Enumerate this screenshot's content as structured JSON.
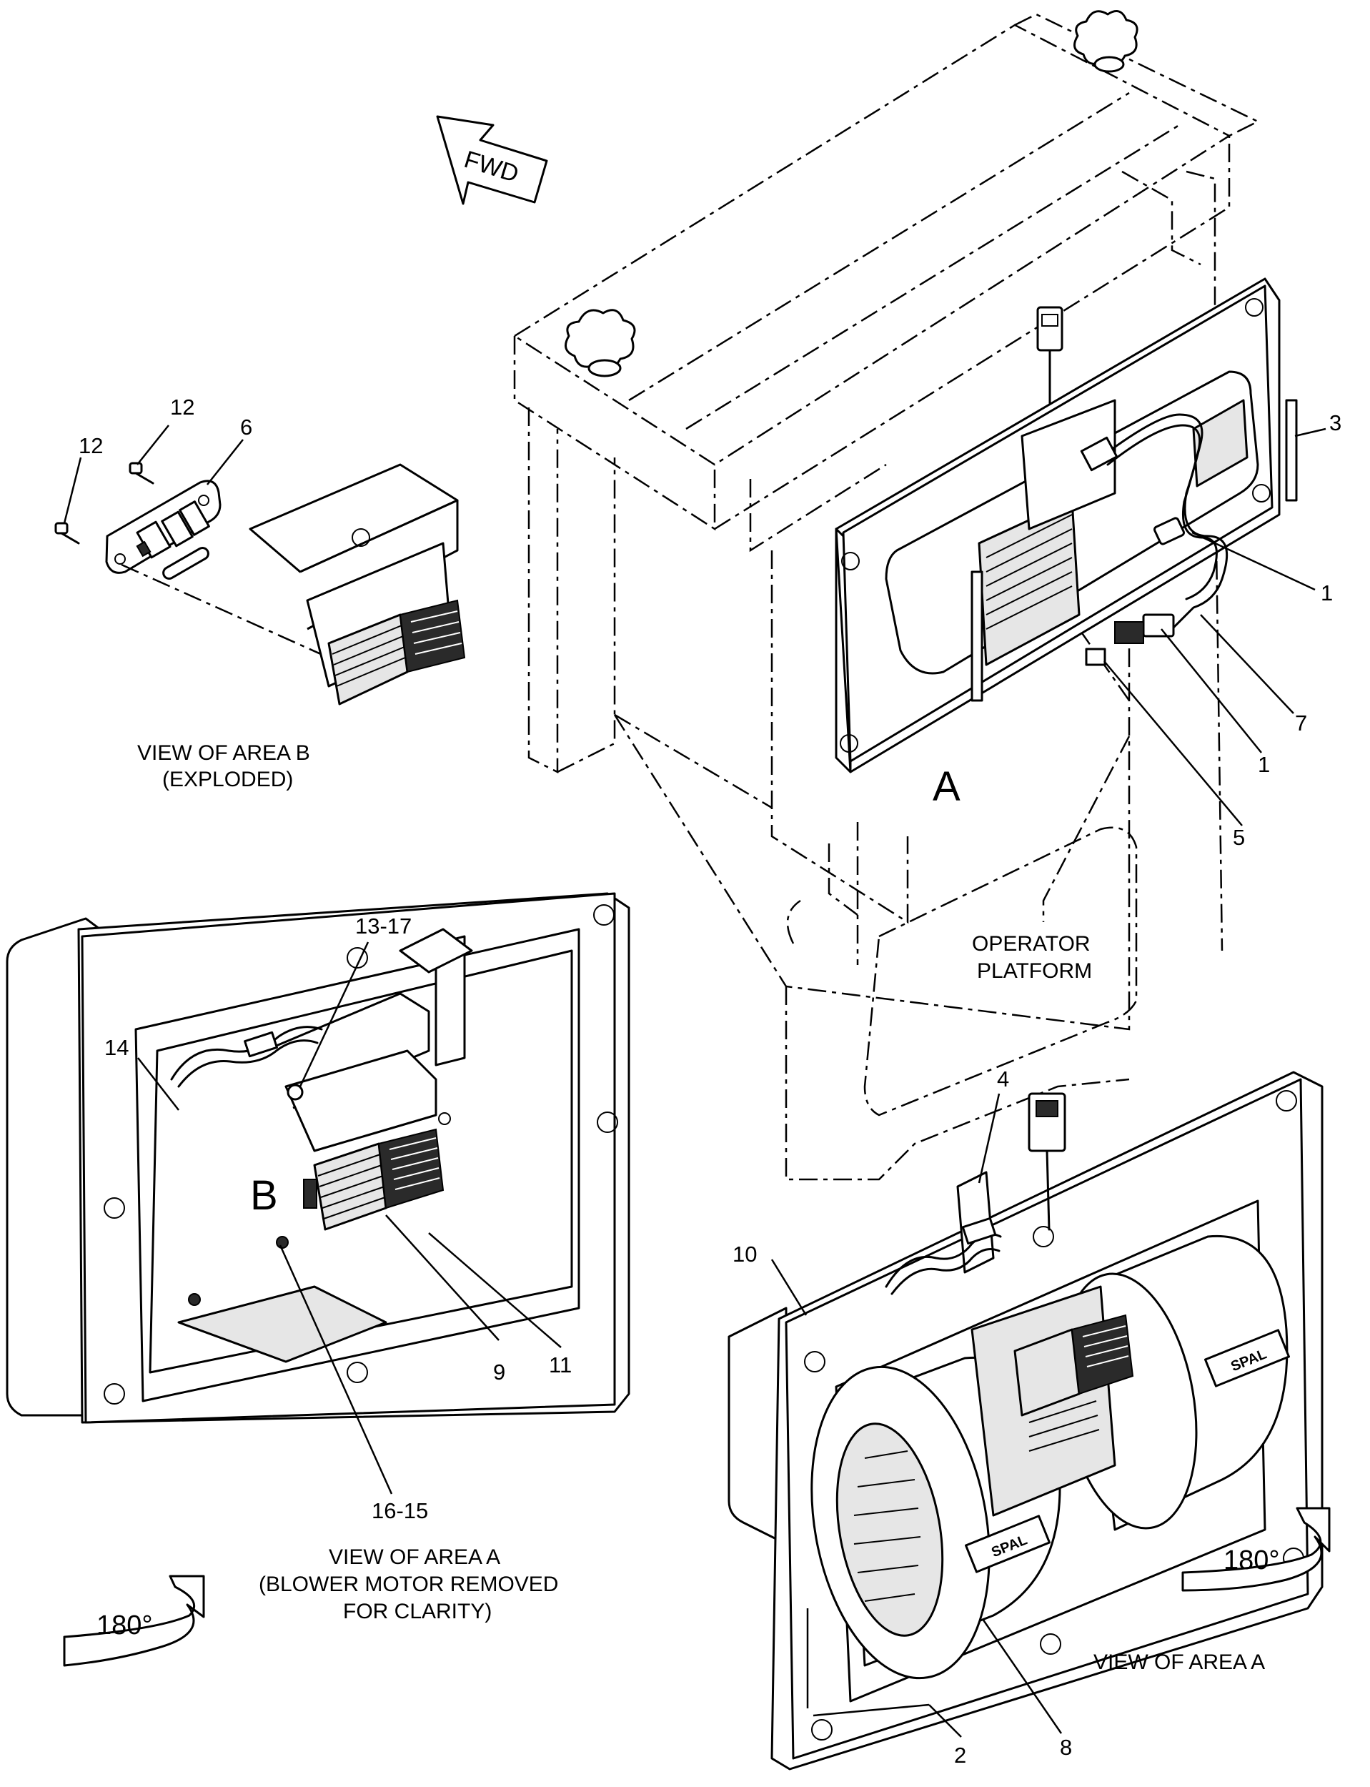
{
  "labels": {
    "fwd": "FWD",
    "area_a": "A",
    "area_b": "B",
    "operator_line1": "OPERATOR",
    "operator_line2": "PLATFORM",
    "view_b_line1": "VIEW OF AREA B",
    "view_b_line2": "(EXPLODED)",
    "view_a1_line1": "VIEW OF AREA A",
    "view_a1_line2": "(BLOWER MOTOR REMOVED",
    "view_a1_line3": "FOR CLARITY)",
    "view_a2": "VIEW OF AREA A",
    "rotate_left": "180°",
    "rotate_right": "180°",
    "brand": "SPAL"
  },
  "callouts": {
    "c12a": "12",
    "c12b": "12",
    "c6": "6",
    "c3": "3",
    "c1a": "1",
    "c7": "7",
    "c1b": "1",
    "c5": "5",
    "c13_17": "13-17",
    "c14": "14",
    "c9": "9",
    "c11": "11",
    "c16_15": "16-15",
    "c4": "4",
    "c10": "10",
    "c2": "2",
    "c8": "8"
  }
}
